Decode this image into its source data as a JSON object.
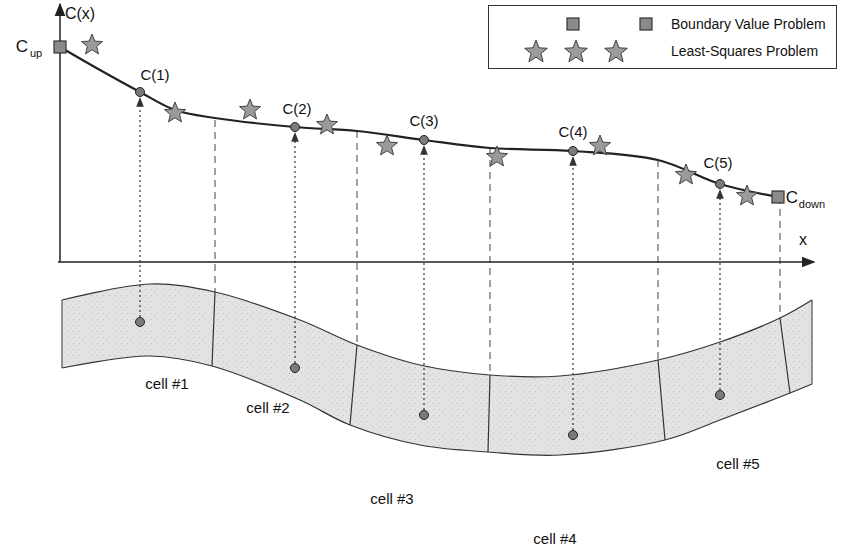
{
  "diagram": {
    "labels": [
      "C(x)",
      "C",
      "up",
      "C(1)",
      "C(2)",
      "C(3)",
      "C(4)",
      "C(5)",
      "C",
      "down",
      "x",
      "cell #1",
      "cell #2",
      "cell #3",
      "cell #4",
      "cell #5"
    ],
    "legend": [
      {
        "text": "Boundary Value Problem"
      },
      {
        "text": "Least-Squares Problem"
      }
    ]
  }
}
